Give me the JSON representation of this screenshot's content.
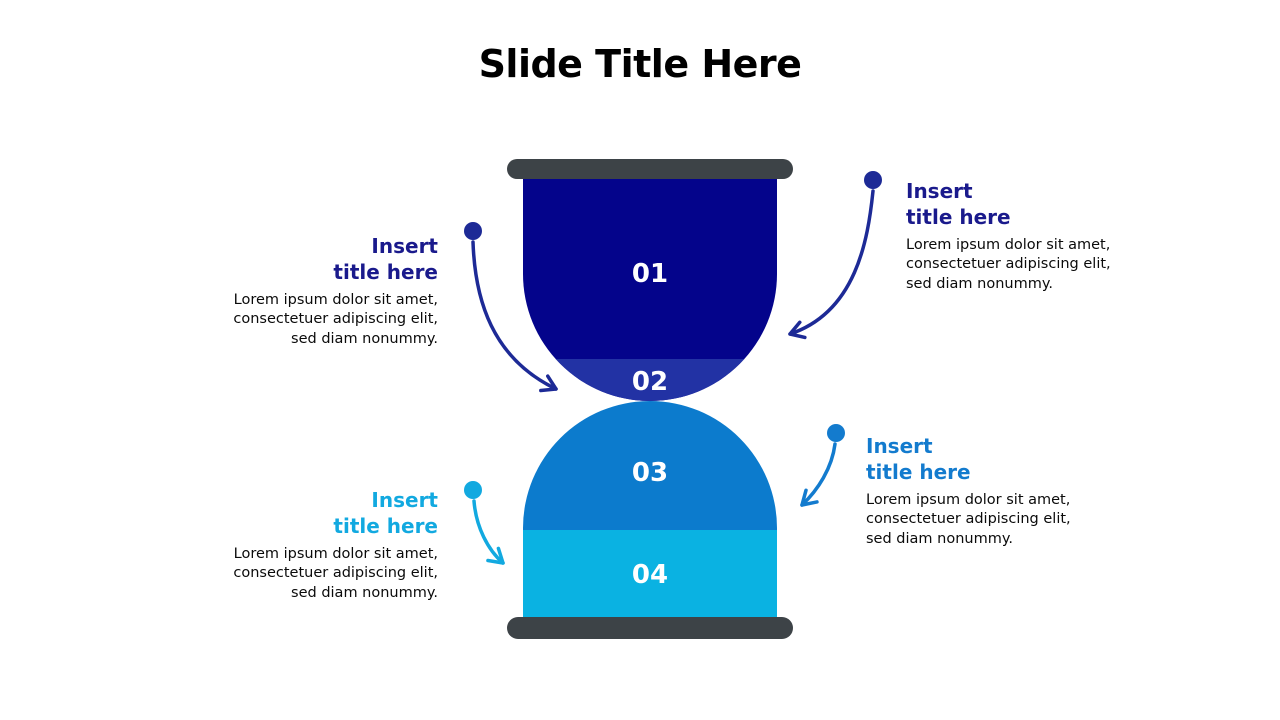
{
  "slide": {
    "title": "Slide Title Here",
    "background_color": "#ffffff",
    "title_color": "#000000"
  },
  "hourglass": {
    "cap_color": "#3d4347",
    "number_text_color": "#ffffff",
    "segments": [
      {
        "label": "01",
        "color": "#04048b"
      },
      {
        "label": "02",
        "color": "#2232a4"
      },
      {
        "label": "03",
        "color": "#0c7bcd"
      },
      {
        "label": "04",
        "color": "#0ab2e2"
      }
    ]
  },
  "callouts": [
    {
      "position": "top-right",
      "accent_color": "#1a1a8c",
      "title_line1": "Insert",
      "title_line2": "title here",
      "body_line1": "Lorem ipsum dolor sit amet,",
      "body_line2": "consectetuer adipiscing elit,",
      "body_line3": "sed diam nonummy."
    },
    {
      "position": "middle-left",
      "accent_color": "#1a1a8c",
      "title_line1": "Insert",
      "title_line2": "title here",
      "body_line1": "Lorem ipsum dolor sit amet,",
      "body_line2": "consectetuer adipiscing elit,",
      "body_line3": "sed diam nonummy."
    },
    {
      "position": "middle-right",
      "accent_color": "#137bce",
      "title_line1": "Insert",
      "title_line2": "title here",
      "body_line1": "Lorem ipsum dolor sit amet,",
      "body_line2": "consectetuer adipiscing elit,",
      "body_line3": "sed diam nonummy."
    },
    {
      "position": "bottom-left",
      "accent_color": "#12a9e0",
      "title_line1": "Insert",
      "title_line2": "title here",
      "body_line1": "Lorem ipsum dolor sit amet,",
      "body_line2": "consectetuer adipiscing elit,",
      "body_line3": "sed diam nonummy."
    }
  ]
}
